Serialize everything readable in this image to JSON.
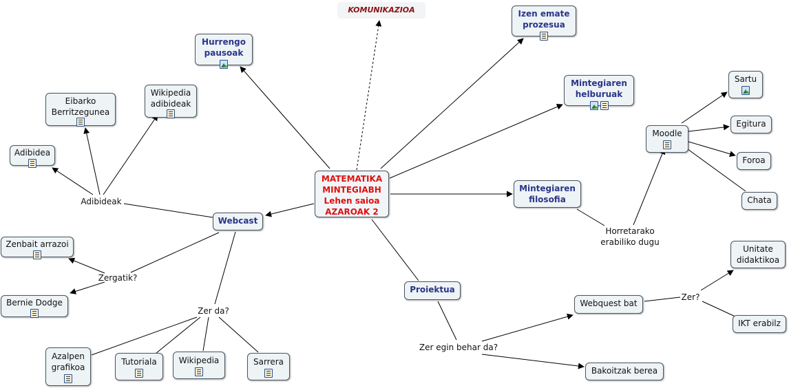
{
  "diagram": {
    "center": [
      "MATEMATIKA",
      "MINTEGIABH",
      "Lehen saioa",
      "AZAROAK 2"
    ],
    "komunikazioa": "KOMUNIKAZIOA",
    "hurrengo": [
      "Hurrengo",
      "pausoak"
    ],
    "izen_emate": [
      "Izen emate",
      "prozesua"
    ],
    "helburuak": [
      "Mintegiaren",
      "helburuak"
    ],
    "filosofia": [
      "Mintegiaren",
      "filosofia"
    ],
    "horretarako": [
      "Horretarako",
      "erabiliko dugu"
    ],
    "moodle": "Moodle",
    "sartu": "Sartu",
    "egitura": "Egitura",
    "foroa": "Foroa",
    "chata": "Chata",
    "proiektua": "Proiektua",
    "zer_egin": "Zer egin behar da?",
    "webquest": "Webquest bat",
    "bakoitzak": "Bakoitzak berea",
    "zer2": "Zer?",
    "unitate": [
      "Unitate",
      "didaktikoa"
    ],
    "ikt": "IKT erabilz",
    "webcast": "Webcast",
    "adibideak": "Adibideak",
    "adibidea": "Adibidea",
    "eibarko": [
      "Eibarko",
      "Berritzegunea"
    ],
    "wikipedia_adib": [
      "Wikipedia",
      "adibideak"
    ],
    "zergatik": "Zergatik?",
    "zenbait": "Zenbait arrazoi",
    "bernie": "Bernie Dodge",
    "zer_da": "Zer da?",
    "azalpen": [
      "Azalpen",
      "grafikoa"
    ],
    "tutoriala": "Tutoriala",
    "wikipedia": "Wikipedia",
    "sarrera": "Sarrera"
  },
  "colors": {
    "center_text": "#e01010",
    "main_text": "#2a3588",
    "koma_text": "#8a1212",
    "node_fill": "#eef3f6",
    "line": "#000000"
  },
  "icons": [
    "document-icon",
    "image-icon"
  ]
}
